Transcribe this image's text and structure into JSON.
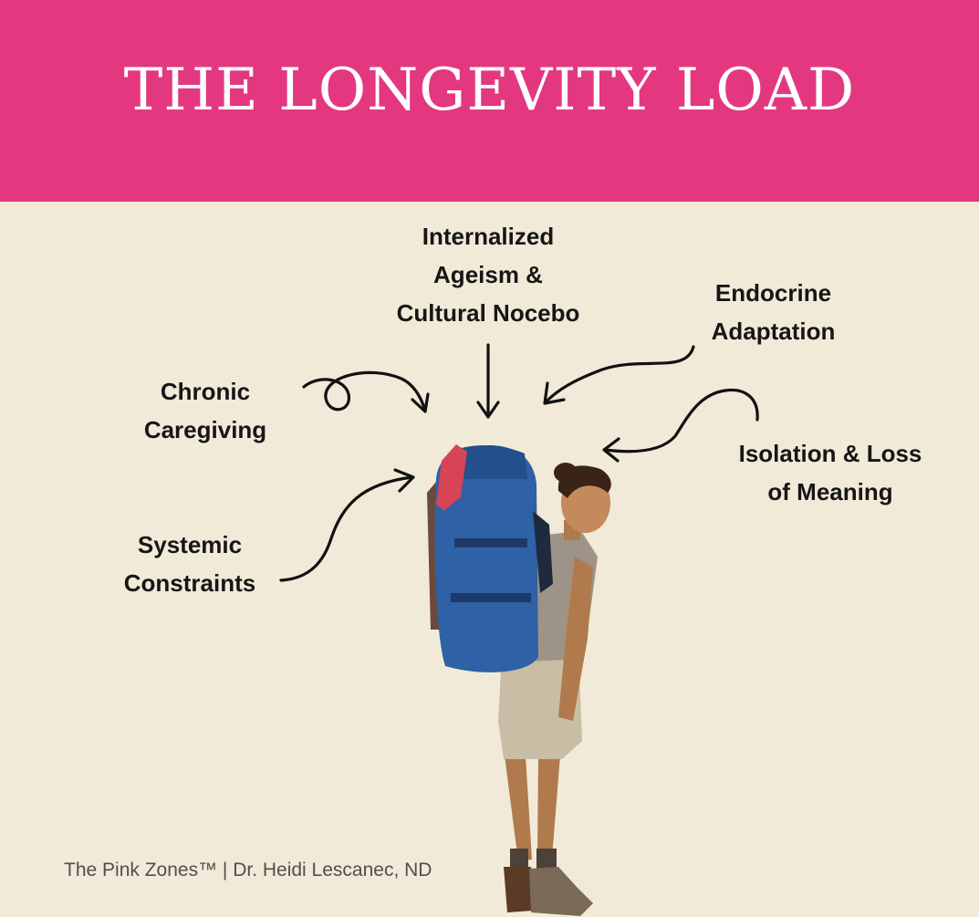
{
  "title": "THE LONGEVITY LOAD",
  "labels": {
    "ageism": [
      "Internalized",
      "Ageism &",
      "Cultural Nocebo"
    ],
    "endocrine": [
      "Endocrine",
      "Adaptation"
    ],
    "caregiving": [
      "Chronic",
      "Caregiving"
    ],
    "isolation": [
      "Isolation & Loss",
      "of Meaning"
    ],
    "systemic": [
      "Systemic",
      "Constraints"
    ]
  },
  "footer": "The Pink Zones™ | Dr. Heidi Lescanec, ND",
  "colors": {
    "header": "#e33880",
    "background": "#f2ead8",
    "text": "#161616"
  }
}
